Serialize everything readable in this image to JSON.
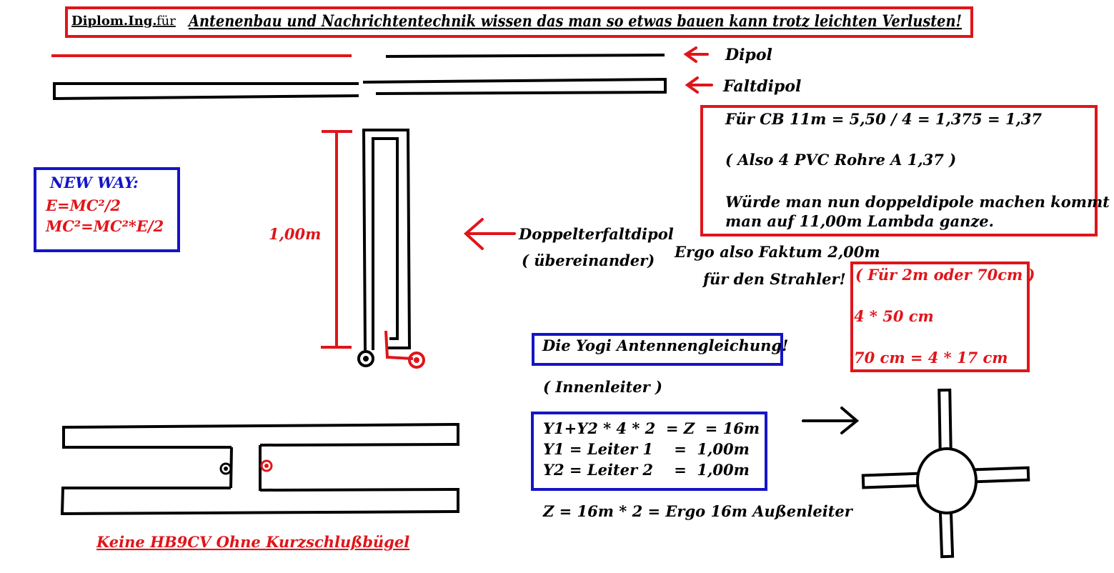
{
  "header": {
    "prefix_a": "Diplom.Ing.",
    "prefix_b": "für",
    "main": "Antenenbau und Nachrichtentechnik wissen das man so etwas bauen kann trotz leichten Verlusten!"
  },
  "labels": {
    "dipol": "Dipol",
    "faltdipol": "Faltdipol",
    "dimension": "1,00m",
    "doppel_line1": "Doppelterfaltdipol",
    "doppel_line2": "( übereinander)",
    "ergo_line1": "Ergo also Faktum 2,00m",
    "ergo_line2": "für den Strahler!",
    "innenleiter": "( Innenleiter )",
    "aussenleiter": "Z = 16m * 2 = Ergo 16m Außenleiter",
    "hb9cv": "Keine HB9CV Ohne Kurzschlußbügel"
  },
  "cb_box": {
    "line1": "Für CB 11m = 5,50 / 4 = 1,375 = 1,37",
    "line2": "( Also 4 PVC Rohre A 1,37 )",
    "line3": "Würde man nun doppeldipole machen kommt",
    "line4": "man auf 11,00m Lambda ganze."
  },
  "new_way": {
    "title": "NEW WAY:",
    "eq1": "E=MC²/2",
    "eq2": "MC²=MC²*E/2"
  },
  "vhf_box": {
    "line1": "( Für 2m oder 70cm )",
    "line2": "4 * 50 cm",
    "line3": "70 cm = 4 * 17 cm"
  },
  "yogi_box": {
    "title": "Die Yogi Antennengleichung!"
  },
  "formula_box": {
    "line1": "Y1+Y2 * 4 * 2  = Z  = 16m",
    "line2": "Y1 = Leiter 1    =  1,00m",
    "line3": "Y2 = Leiter 2    =  1,00m"
  },
  "colors": {
    "red": "#e0151a",
    "blue": "#1414c8",
    "black": "#000000"
  }
}
